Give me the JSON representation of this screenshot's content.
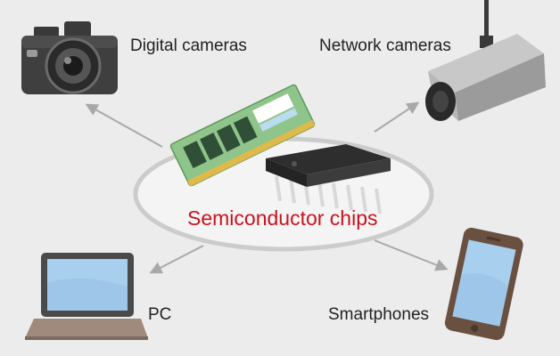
{
  "center": {
    "label": "Semiconductor chips"
  },
  "nodes": {
    "digital_cameras": "Digital cameras",
    "network_cameras": "Network cameras",
    "pc": "PC",
    "smartphones": "Smartphones"
  },
  "colors": {
    "background": "#ececec",
    "accent_text": "#c8141e",
    "arrow": "#a8a8a8",
    "ellipse_fill": "#f4f4f4",
    "ellipse_stroke": "#cccccc",
    "pcb_green": "#8fc48a",
    "chip_body": "#3c3c3c",
    "screen_blue": "#a9cfee"
  }
}
